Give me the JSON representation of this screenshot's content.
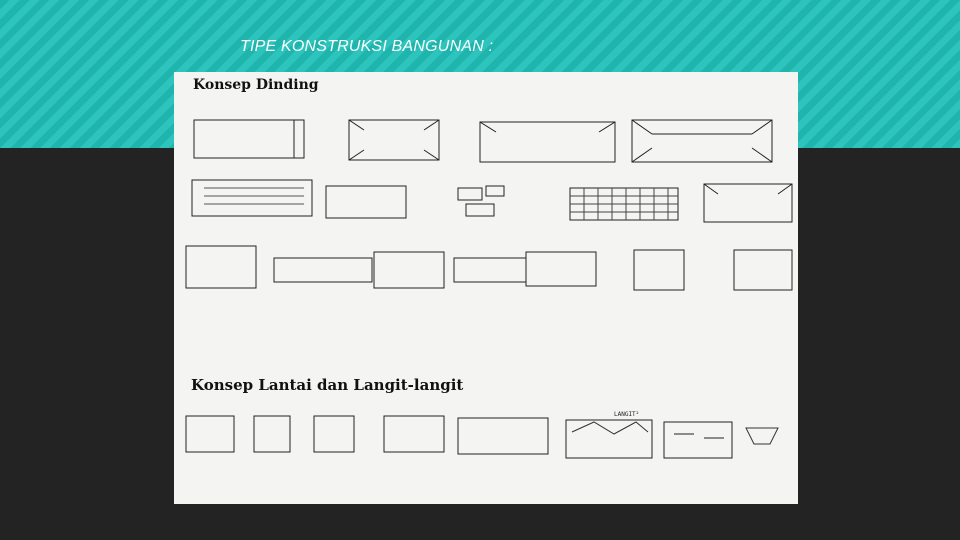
{
  "slide": {
    "title": "TIPE KONSTRUKSI BANGUNAN :",
    "accent": "#1fb5ad",
    "background": "#232323"
  },
  "sketch": {
    "heading_wall": "Konsep Dinding",
    "heading_floor": "Konsep Lantai dan Langit-langit",
    "label_ceiling": "LANGIT²"
  }
}
